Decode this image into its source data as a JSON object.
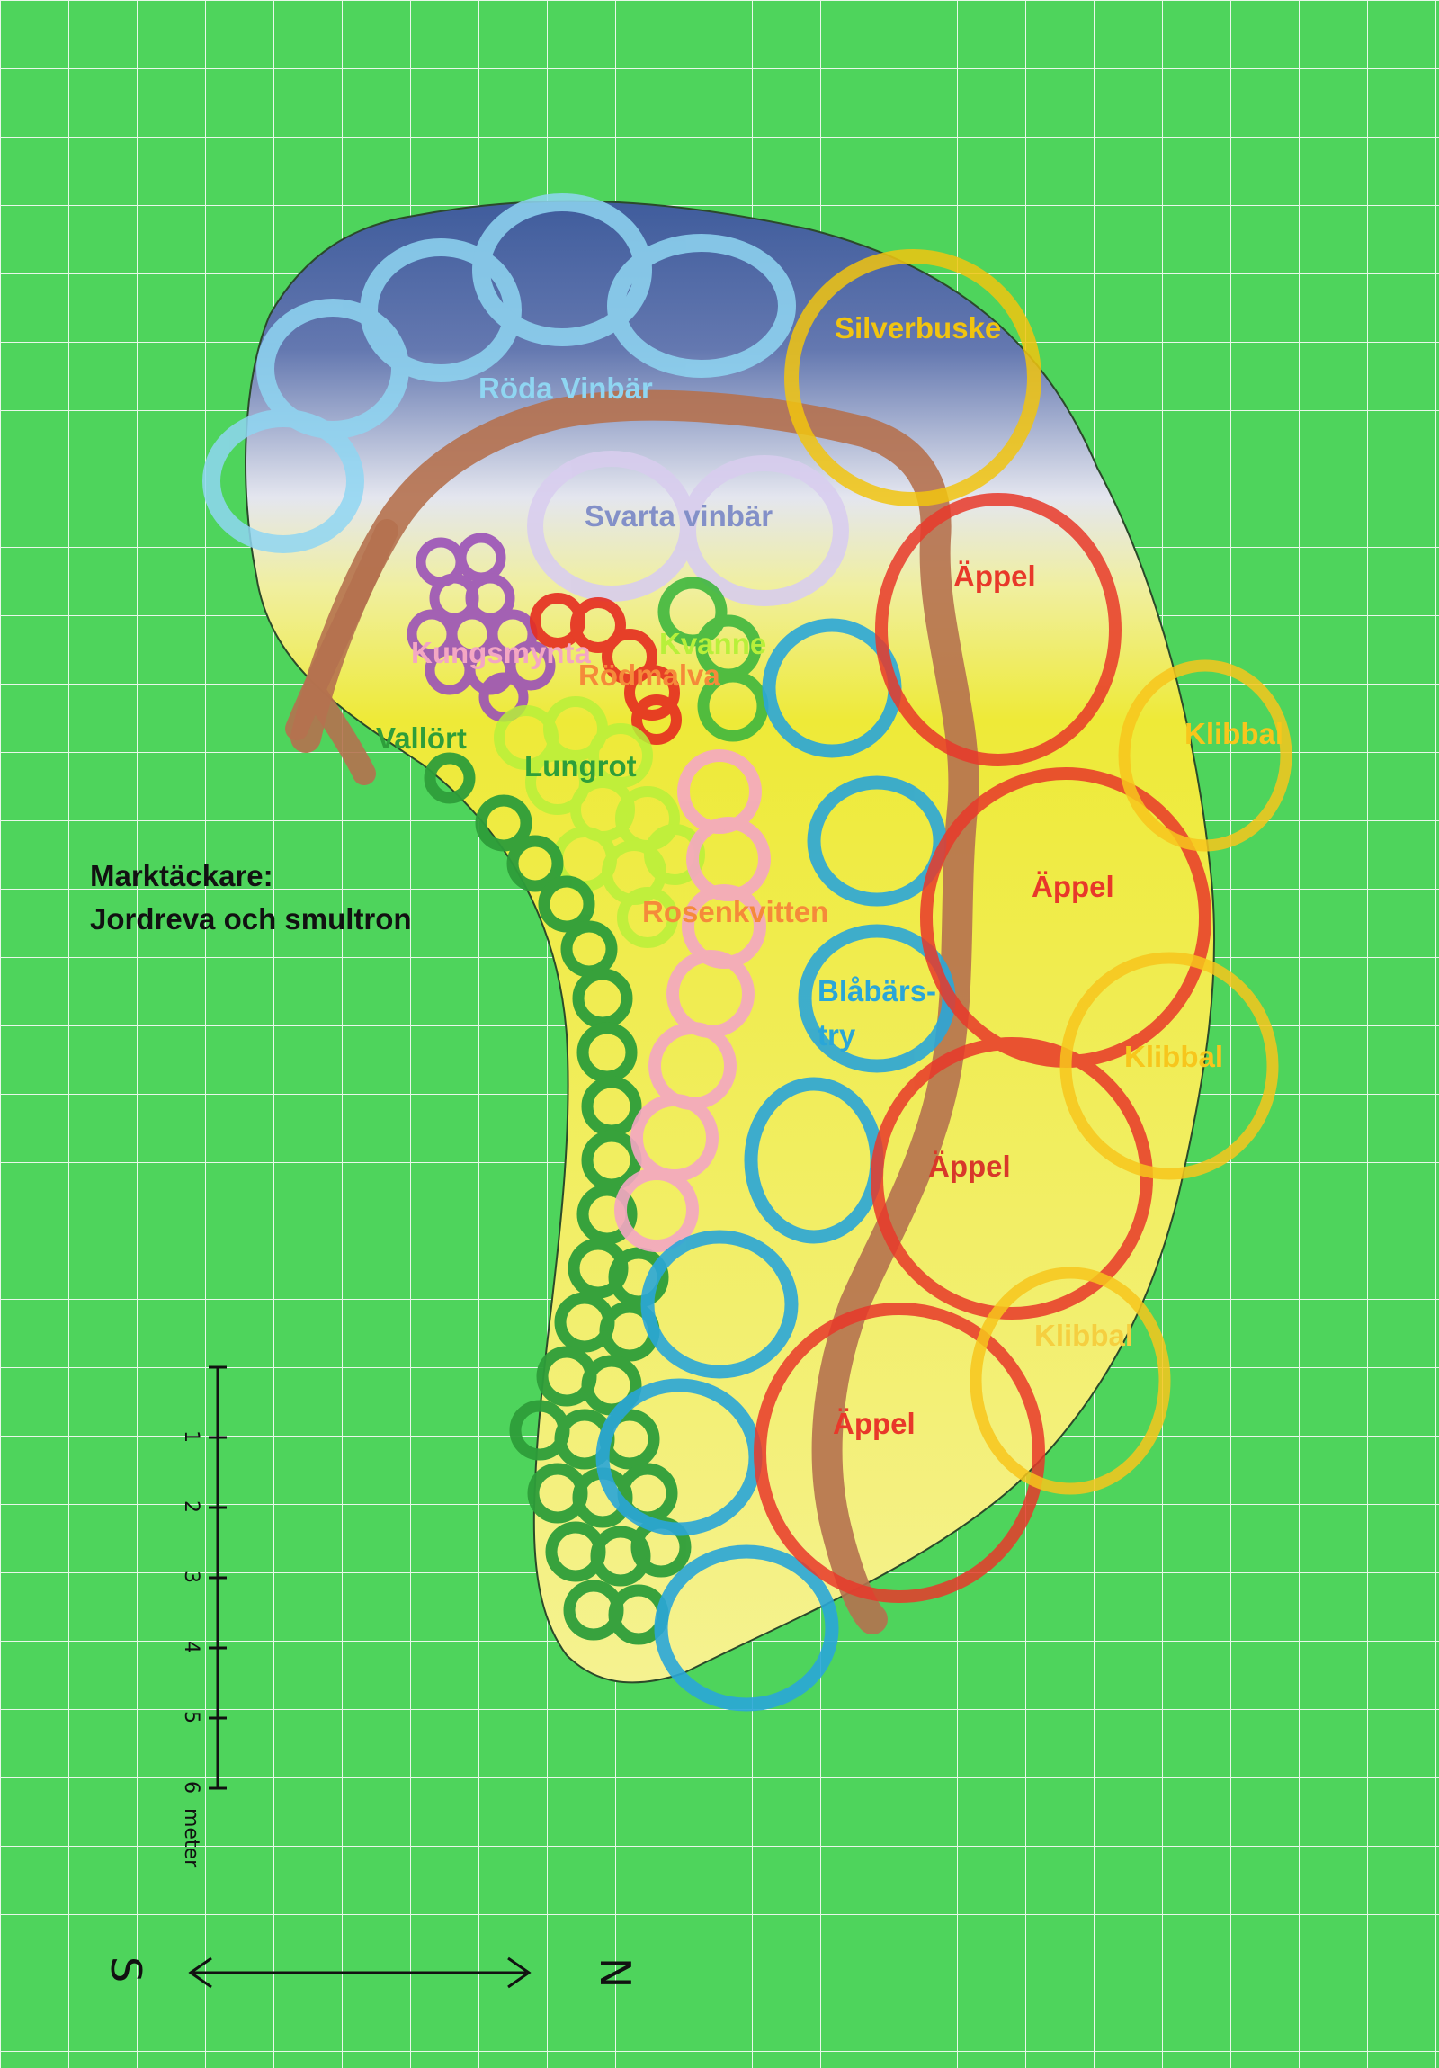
{
  "colors": {
    "background": "#4ed45c",
    "grid": "#e8f8ea",
    "bed_top": "#3f5c9c",
    "bed_bottom": "#f2ef4a",
    "path": "#b5714f",
    "roda_vinbar": "#8fd6f2",
    "svarta_vinbar": "#d8cdee",
    "silverbuske": "#f1c40f",
    "appel": "#e8382a",
    "klibbal": "#f7c61c",
    "blabarstry": "#2aa6d8",
    "rosenkvitten": "#f4a7c3",
    "lungrot": "#b8f03a",
    "vallort": "#2e9e3a",
    "kvanne": "#3fb73e",
    "rodmalva": "#e62d20",
    "kungsmynta": "#9b52b8"
  },
  "labels": {
    "roda_vinbar": "Röda Vinbär",
    "silverbuske": "Silverbuske",
    "svarta_vinbar": "Svarta vinbär",
    "appel": "Äppel",
    "klibbal": "Klibbal",
    "kvanne": "Kvanne",
    "kungsmynta": "Kungsmynta",
    "rodmalva": "Rödmalva",
    "vallort": "Vallört",
    "lungrot": "Lungrot",
    "rosenkvitten": "Rosenkvitten",
    "blabarstry_line1": "Blåbärs-",
    "blabarstry_line2": "try"
  },
  "groundcover": {
    "line1": "Marktäckare:",
    "line2": "Jordreva och smultron"
  },
  "scale": {
    "ticks": [
      "1",
      "2",
      "3",
      "4",
      "5",
      "6"
    ],
    "unit": "meter"
  },
  "compass": {
    "left": "S",
    "right": "N"
  }
}
